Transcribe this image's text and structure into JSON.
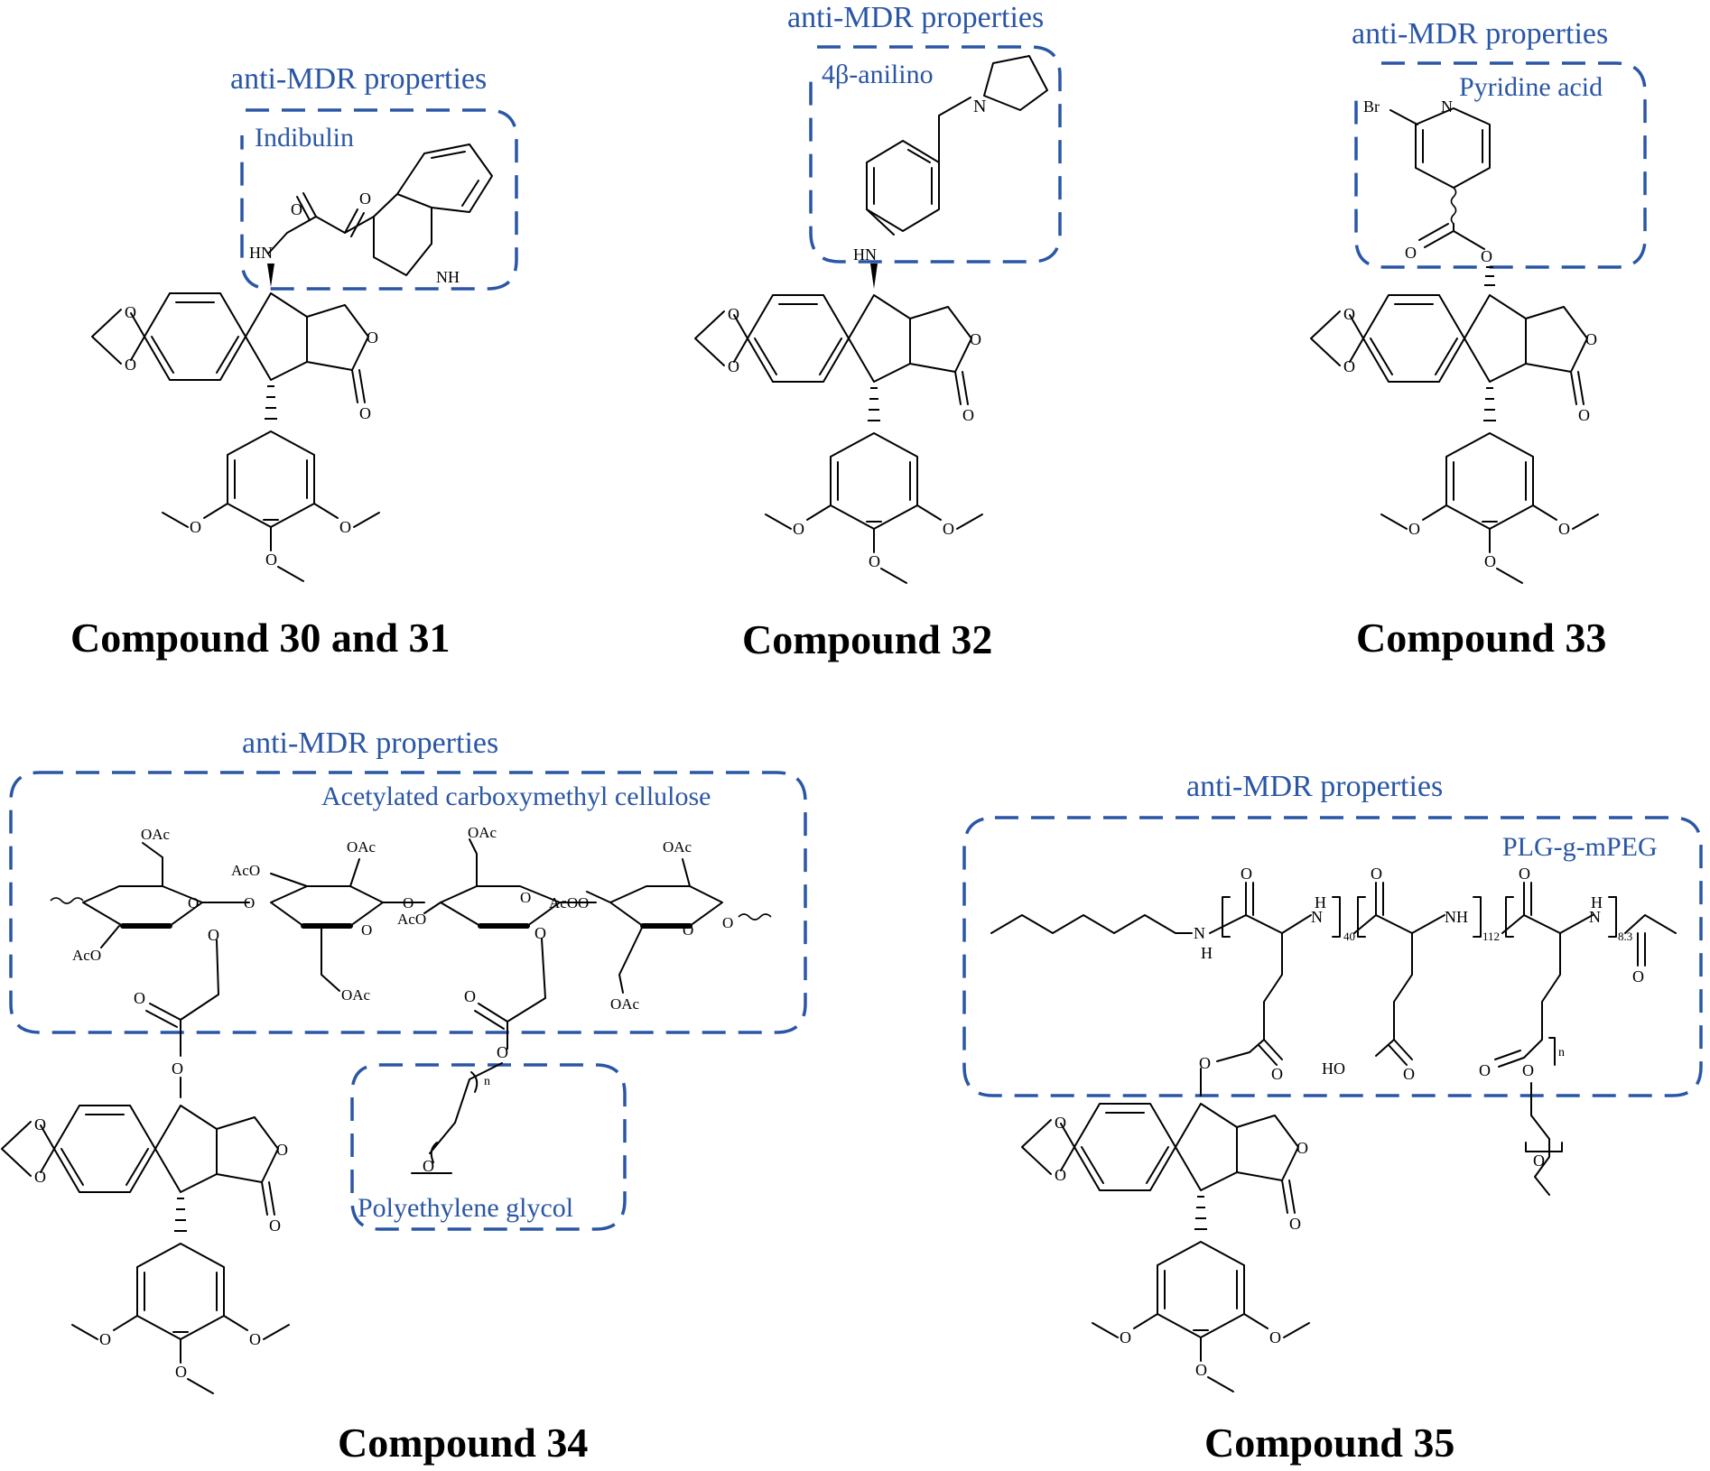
{
  "colors": {
    "annotation_blue": "#2a56a6",
    "structure_black": "#000000",
    "background": "#ffffff"
  },
  "panels": [
    {
      "id": "p30",
      "caption": "Compound 30 and 31",
      "heading": "anti-MDR properties",
      "moiety": "Indibulin"
    },
    {
      "id": "p32",
      "caption": "Compound 32",
      "heading": "anti-MDR properties",
      "moiety": "4β-anilino"
    },
    {
      "id": "p33",
      "caption": "Compound 33",
      "heading": "anti-MDR properties",
      "moiety": "Pyridine acid"
    },
    {
      "id": "p34",
      "caption": "Compound 34",
      "heading": "anti-MDR properties",
      "moiety": "Acetylated carboxymethyl cellulose",
      "moiety2": "Polyethylene glycol"
    },
    {
      "id": "p35",
      "caption": "Compound 35",
      "heading": "anti-MDR properties",
      "moiety": "PLG-g-mPEG"
    }
  ],
  "atoms": {
    "O": "O",
    "HN": "HN",
    "NH": "NH",
    "N": "N",
    "H": "H",
    "Br": "Br",
    "HO": "HO",
    "OAc": "OAc",
    "AcO": "AcO",
    "n": "n",
    "sub40": "40",
    "sub112": "112",
    "sub83": "8.3"
  }
}
